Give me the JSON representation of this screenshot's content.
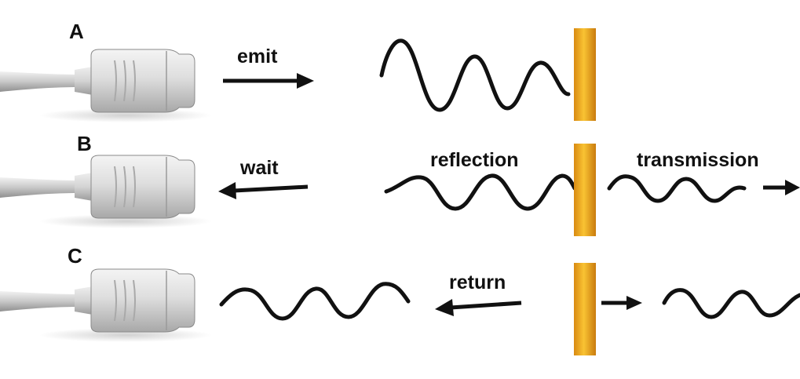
{
  "rows": [
    {
      "letter": "A",
      "action": "emit"
    },
    {
      "letter": "B",
      "action": "wait",
      "reflection": "reflection",
      "transmission": "transmission"
    },
    {
      "letter": "C",
      "action": "return"
    }
  ],
  "colors": {
    "interface_light": "#f7c12a",
    "interface_mid": "#f0a81c",
    "interface_dark": "#c87a10",
    "wave": "#111111",
    "probe_body": "#dcdcdc",
    "probe_cable": "#c9c9c9"
  },
  "icons": {
    "probe": "ultrasound-probe-icon",
    "arrow": "arrow-icon",
    "interface": "tissue-interface-bar"
  }
}
